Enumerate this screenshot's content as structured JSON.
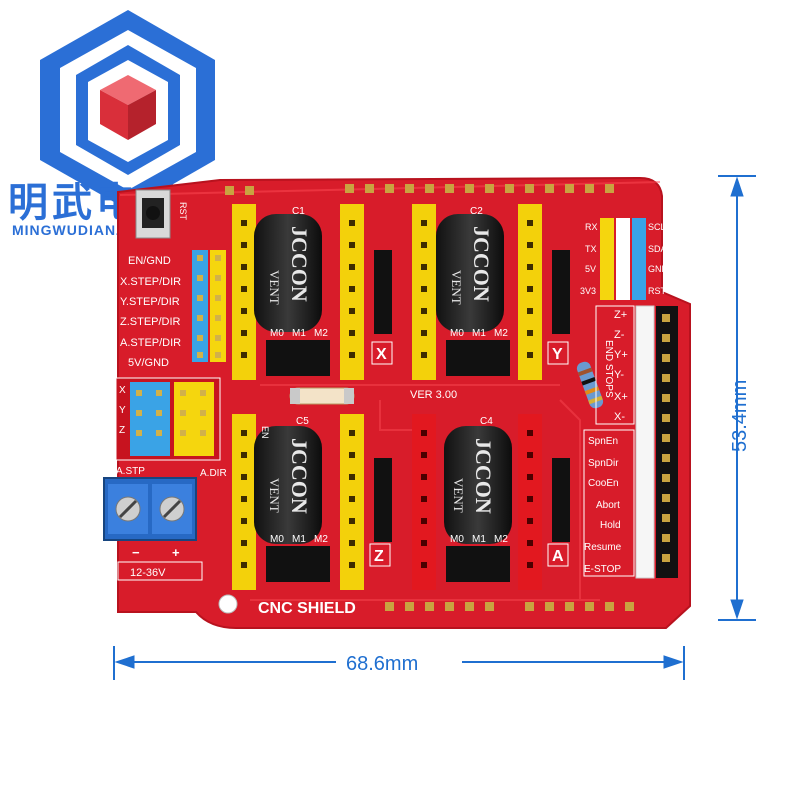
{
  "brand": {
    "name_cn": "明武电子",
    "name_en": "MINGWUDIANZI",
    "colors": {
      "logo_blue": "#2b6fd6",
      "logo_red": "#e8414b"
    }
  },
  "board": {
    "title": "CNC SHIELD",
    "version": "VER 3.00",
    "color": "#d81c2a",
    "left_labels": [
      "EN/GND",
      "X.STEP/DIR",
      "Y.STEP/DIR",
      "Z.STEP/DIR",
      "A.STEP/DIR",
      "5V/GND"
    ],
    "jumper_labels": [
      "X",
      "Y",
      "Z"
    ],
    "a_labels": [
      "A.STP",
      "A.DIR"
    ],
    "power": {
      "minus": "−",
      "plus": "+",
      "voltage": "12-36V"
    },
    "axis_labels": [
      "X",
      "Y",
      "Z",
      "A"
    ],
    "cap_brand": "JCCON",
    "cap_vent": "VENT",
    "driver_pins": [
      "M0",
      "M1",
      "M2"
    ],
    "cap_labels": [
      "C1",
      "C2",
      "C5",
      "C4"
    ],
    "i2c_left": [
      "RX",
      "TX",
      "5V",
      "3V3"
    ],
    "i2c_right": [
      "SCL",
      "SDA",
      "GND",
      "RST"
    ],
    "endstops_title": "END STOPS",
    "endstops": [
      "Z+",
      "Z-",
      "Y+",
      "Y-",
      "X+",
      "X-"
    ],
    "controls": [
      "SpnEn",
      "SpnDir",
      "CooEn",
      "Abort",
      "Hold",
      "Resume",
      "E-STOP"
    ],
    "reset_label": "RST",
    "en_label": "EN"
  },
  "dimensions": {
    "height": "53.4mm",
    "width": "68.6mm",
    "color": "#1f6fd0"
  }
}
